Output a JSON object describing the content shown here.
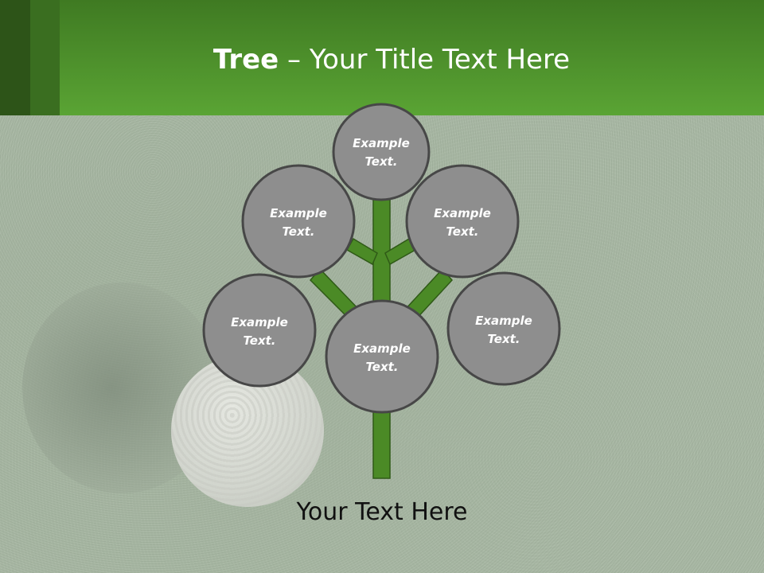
{
  "title": {
    "bold": "Tree",
    "rest": " – Your Title Text Here"
  },
  "nodes": [
    {
      "line1": "Example",
      "line2": "Text."
    },
    {
      "line1": "Example",
      "line2": "Text."
    },
    {
      "line1": "Example",
      "line2": "Text."
    },
    {
      "line1": "Example",
      "line2": "Text."
    },
    {
      "line1": "Example",
      "line2": "Text."
    },
    {
      "line1": "Example",
      "line2": "Text."
    }
  ],
  "footer": "Your Text Here",
  "colors": {
    "header_green": "#5aa434",
    "branch_green": "#4b8a26",
    "node_fill": "#8e8e8e",
    "node_stroke": "#474747"
  }
}
